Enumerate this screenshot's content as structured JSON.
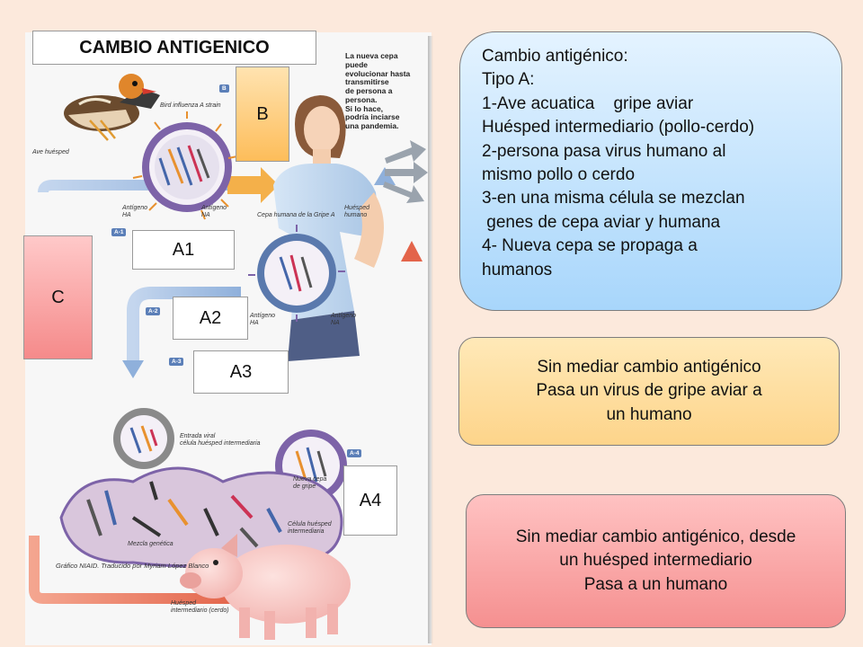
{
  "title": "CAMBIO ANTIGENICO",
  "figure": {
    "texts": {
      "top_right_note": [
        "La nueva cepa",
        "puede",
        "evolucionar hasta",
        "transmitirse",
        "de persona a",
        "persona.",
        "Si lo hace,",
        "podría inciarse",
        "una pandemia."
      ],
      "bird_strain": "Bird influenza A strain",
      "ave_huesped": "Ave huésped",
      "antigeno_ha": "Antígeno\nHA",
      "antigeno_na": "Antígeno\nNA",
      "huesped_humano": "Huésped\nhumano",
      "cepa_humana": "Cepa humana de la Gripe A",
      "entrada_viral": "Entrada viral\ncélula huésped intermediaria",
      "nueva_cepa": "Nueva cepa\nde gripe",
      "celula_huesped": "Célula huésped\nintermediaria",
      "mezcla_genetica": "Mezcla genética",
      "credit": "Gráfico NIAID. Traducido por Myriam López Blanco",
      "huesped_cerdo": "Huésped\nintermediario (cerdo)"
    },
    "tags": [
      "B",
      "A-1",
      "A-2",
      "A-3",
      "A-4"
    ]
  },
  "labels": {
    "b": "B",
    "c": "C",
    "a1": "A1",
    "a2": "A2",
    "a3": "A3",
    "a4": "A4"
  },
  "panel1": {
    "lines": [
      "Cambio antigénico:",
      "Tipo A:",
      "1-Ave acuatica    gripe aviar",
      "Huésped intermediario (pollo-cerdo)",
      "2-persona pasa virus humano al",
      "mismo pollo o cerdo",
      "3-en una misma célula se mezclan",
      " genes de cepa aviar y humana",
      "4- Nueva cepa se propaga a",
      "humanos"
    ]
  },
  "panel2": {
    "lines": [
      "Sin mediar cambio antigénico",
      "Pasa un virus de gripe aviar a",
      "un humano"
    ]
  },
  "panel3": {
    "lines": [
      "Sin mediar cambio antigénico, desde",
      "un huésped intermediario",
      "Pasa a un humano"
    ]
  },
  "colors": {
    "arrow_blue": "#9fbbe0",
    "arrow_red": "#e9775e",
    "arrow_orange": "#f4b04a",
    "virus_orange": "#e8912f",
    "virus_purple": "#7d63a8"
  }
}
